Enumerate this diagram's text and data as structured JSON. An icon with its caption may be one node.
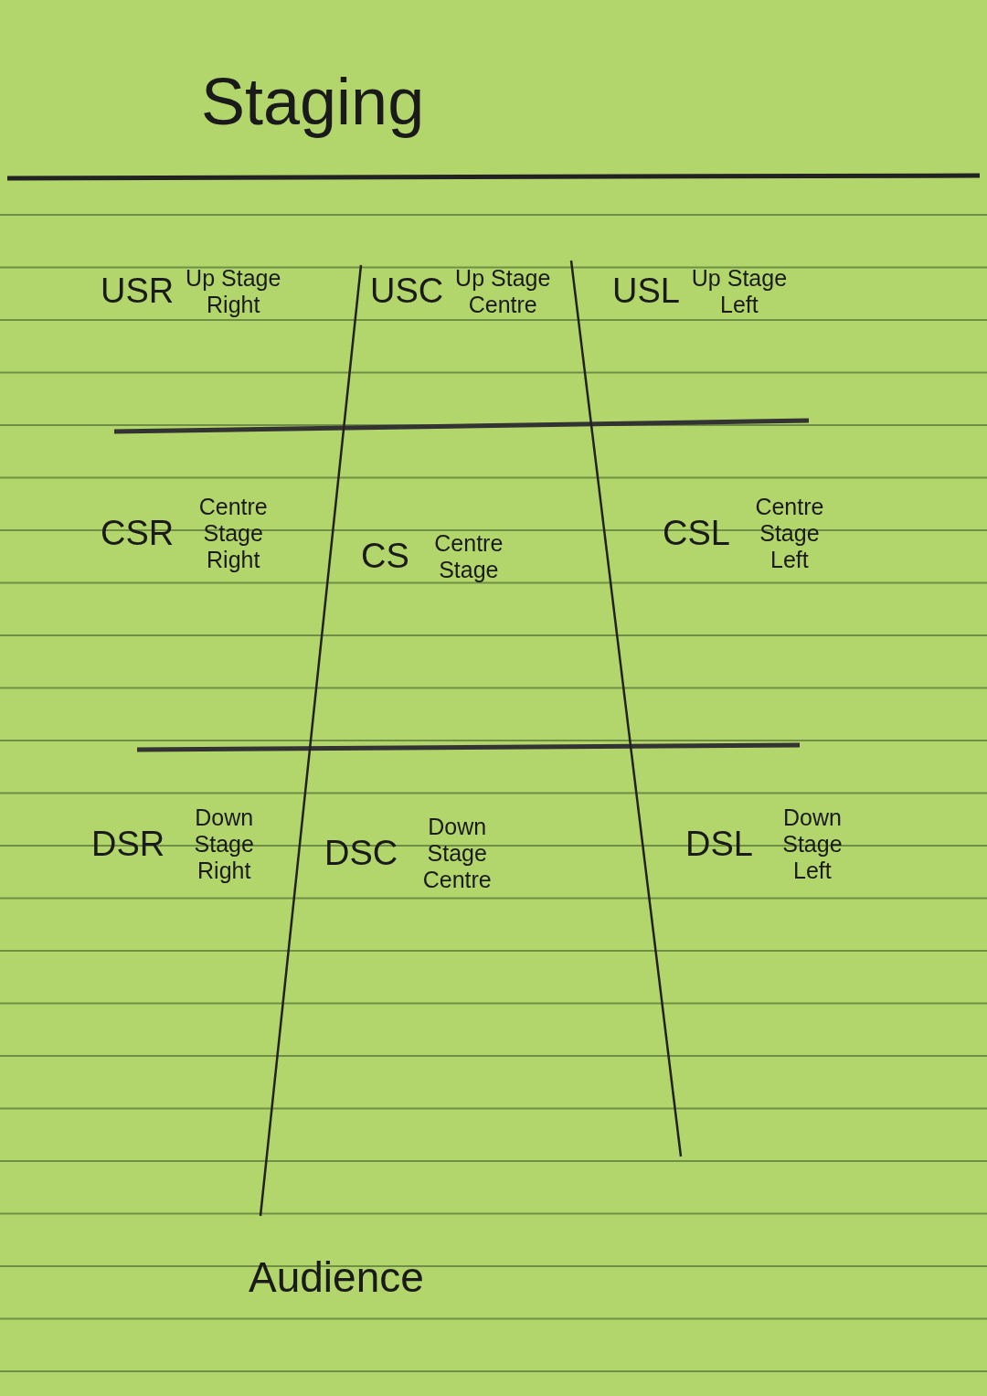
{
  "diagram": {
    "title": "Staging",
    "nodes": [
      {
        "text": [
          "USR",
          "Up Stage Right"
        ]
      },
      {
        "text": [
          "USC",
          "Up Stage Centre"
        ]
      },
      {
        "text": [
          "USL",
          "Up Stage Left"
        ]
      },
      {
        "text": [
          "CSR",
          "Centre Stage Right"
        ]
      },
      {
        "text": [
          "CS",
          "Centre Stage"
        ]
      },
      {
        "text": [
          "CSL",
          "Centre Stage Left"
        ]
      },
      {
        "text": [
          "DSR",
          "Down Stage Right"
        ]
      },
      {
        "text": [
          "DSC",
          "Down Stage Centre"
        ]
      },
      {
        "text": [
          "DSL",
          "Down Stage Left"
        ]
      }
    ],
    "labels": [
      "Audience"
    ]
  }
}
